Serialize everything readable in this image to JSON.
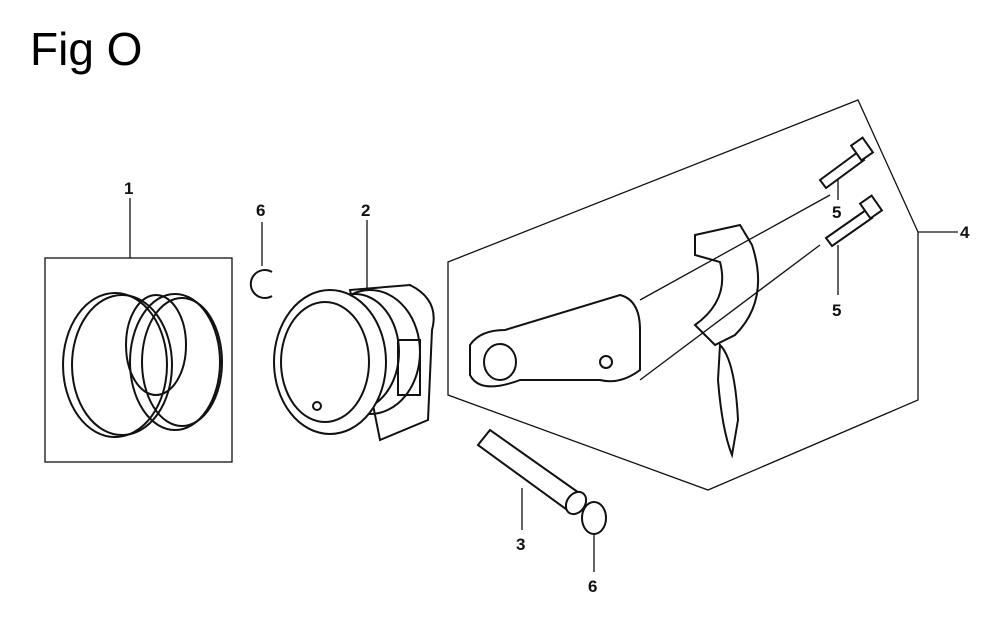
{
  "figure": {
    "title": "Fig O"
  },
  "callouts": {
    "piston_rings": "1",
    "piston": "2",
    "piston_pin": "3",
    "connecting_rod_set": "4",
    "bolt_upper": "5",
    "bolt_lower": "5",
    "clip_upper": "6",
    "clip_lower": "6"
  }
}
